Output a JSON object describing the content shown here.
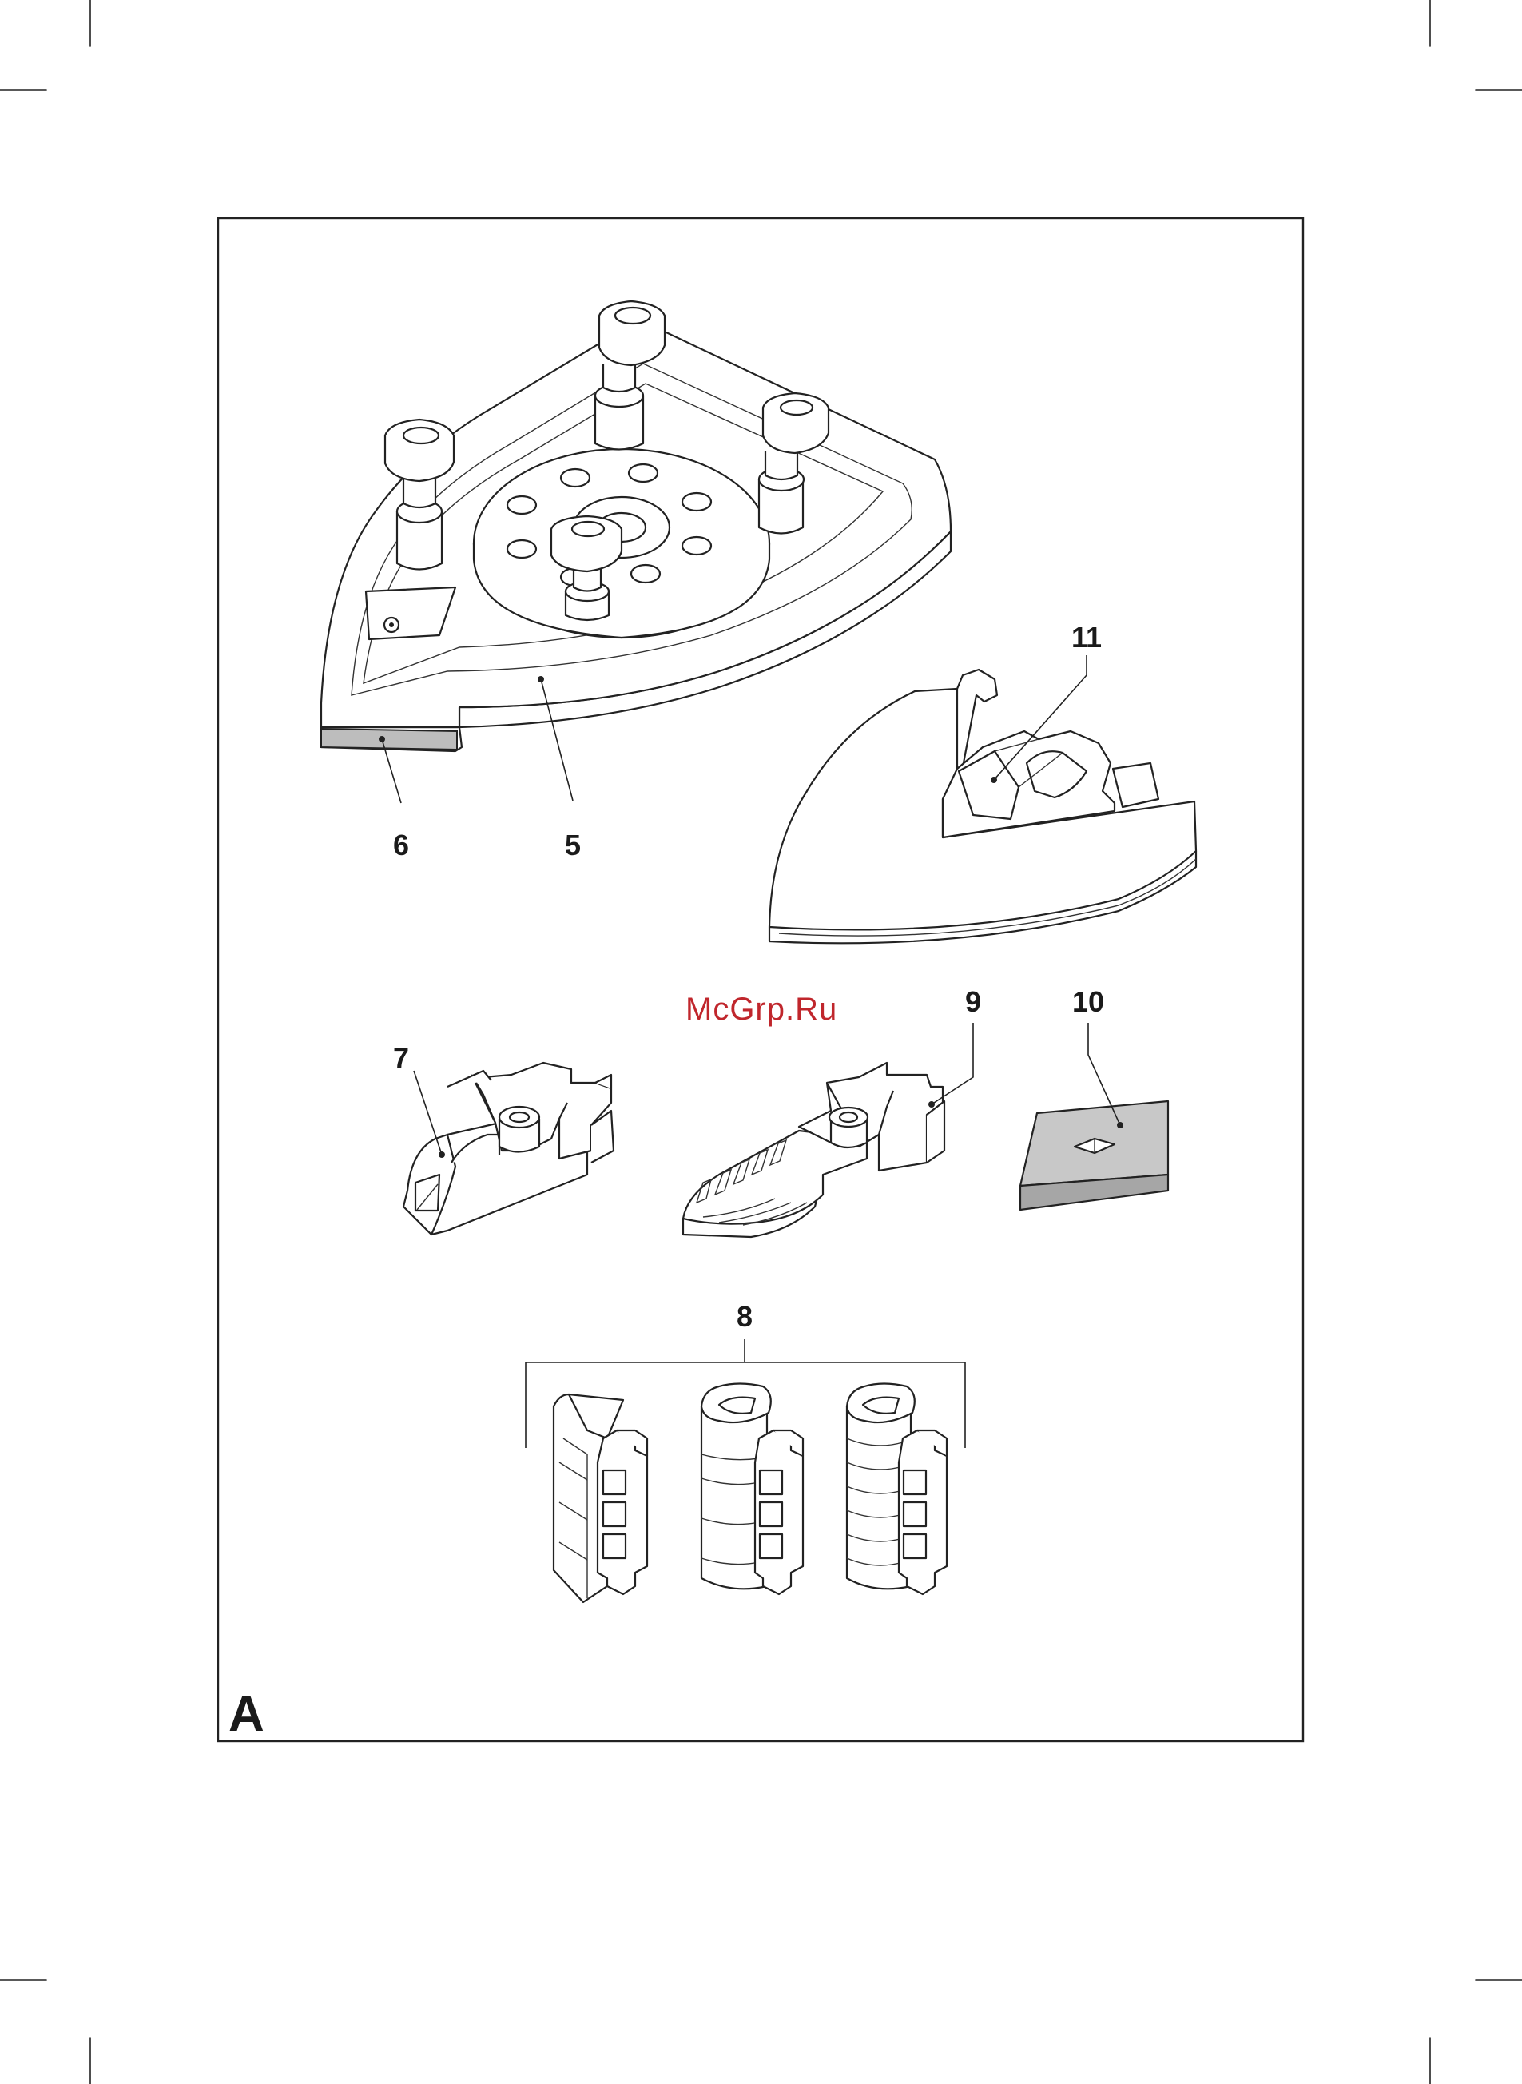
{
  "figure": {
    "label": "A",
    "watermark": "McGrp.Ru",
    "colors": {
      "line": "#222222",
      "frame": "#222222",
      "watermark": "#c0262c",
      "pad": "#c8c8c8",
      "edge_strip": "#bdbdbd"
    }
  },
  "callouts": {
    "c5": "5",
    "c6": "6",
    "c7": "7",
    "c8": "8",
    "c9": "9",
    "c10": "10",
    "c11": "11"
  },
  "parts": [
    {
      "callout": "5",
      "icon": "sanding-base-plate-icon"
    },
    {
      "callout": "6",
      "icon": "edge-strip-icon"
    },
    {
      "callout": "7",
      "icon": "small-tip-attachment-icon"
    },
    {
      "callout": "8",
      "icon": "finger-attachment-set-icon"
    },
    {
      "callout": "9",
      "icon": "finger-tip-attachment-icon"
    },
    {
      "callout": "10",
      "icon": "sanding-pad-icon"
    },
    {
      "callout": "11",
      "icon": "triangular-tip-plate-icon"
    }
  ]
}
